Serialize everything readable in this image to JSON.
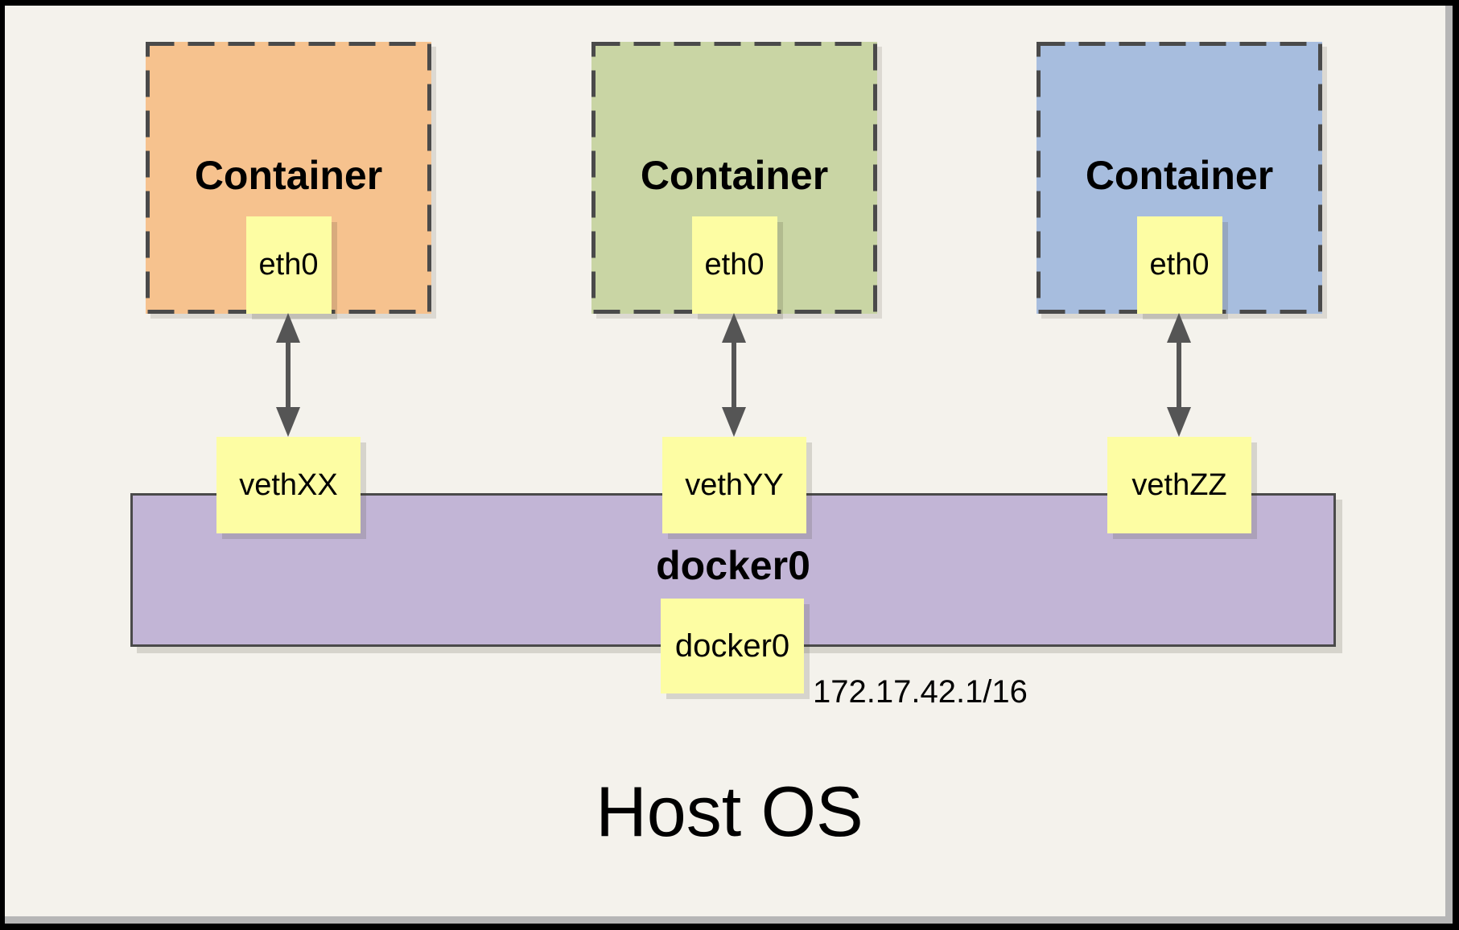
{
  "diagram": {
    "host": {
      "label": "Host OS"
    },
    "containers": [
      {
        "label": "Container",
        "fill": "#f6c28e",
        "interface_label": "eth0",
        "veth_label": "vethXX"
      },
      {
        "label": "Container",
        "fill": "#c9d5a4",
        "interface_label": "eth0",
        "veth_label": "vethYY"
      },
      {
        "label": "Container",
        "fill": "#a7bdde",
        "interface_label": "eth0",
        "veth_label": "vethZZ"
      }
    ],
    "bridge": {
      "name": "docker0",
      "interface_label": "docker0",
      "ip": "172.17.42.1/16",
      "fill": "#c2b5d6"
    },
    "colors": {
      "background": "#f4f2ec",
      "frame_border": "#000000",
      "frame_inner_shadow": "#b6b6b6",
      "node_fill": "#fdfda3",
      "dashed_border": "#4a4a4a",
      "arrow": "#555555"
    }
  }
}
